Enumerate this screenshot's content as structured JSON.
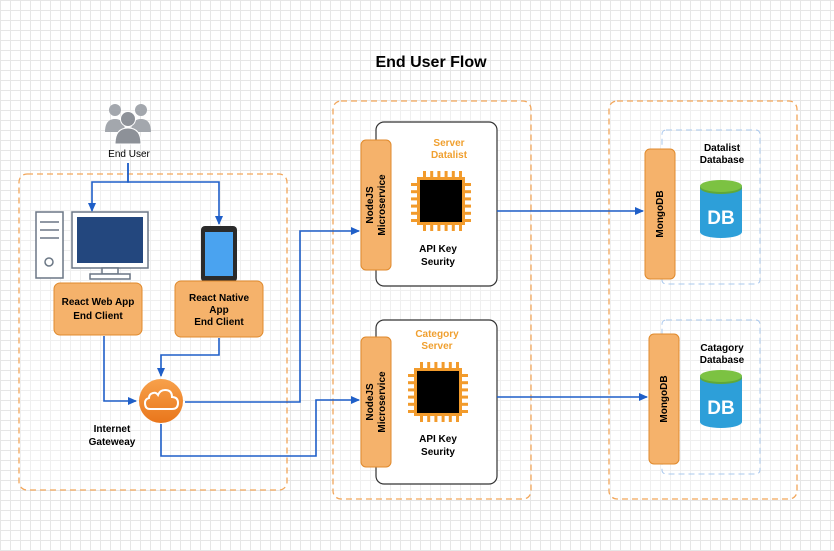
{
  "title": "End User Flow",
  "end_user": {
    "label": "End User"
  },
  "web_client": {
    "line1": "React Web App",
    "line2": "End Client"
  },
  "native_client": {
    "line1": "React Native",
    "line2": "App",
    "line3": "End Client"
  },
  "gateway": {
    "line1": "Internet",
    "line2": "Gateweay"
  },
  "server_top": {
    "header_line1": "Server",
    "header_line2": "Datalist",
    "microservice_line1": "NodeJS",
    "microservice_line2": "Microservice",
    "security_line1": "API Key",
    "security_line2": "Seurity"
  },
  "server_bottom": {
    "header_line1": "Category",
    "header_line2": "Server",
    "microservice_line1": "NodeJS",
    "microservice_line2": "Microservice",
    "security_line1": "API Key",
    "security_line2": "Seurity"
  },
  "db_top": {
    "db_label": "MongoDB",
    "name_line1": "Datalist",
    "name_line2": "Database",
    "icon_text": "DB"
  },
  "db_bottom": {
    "db_label": "MongoDB",
    "name_line1": "Catagory",
    "name_line2": "Database",
    "icon_text": "DB"
  },
  "colors": {
    "orange_fill": "#f5b26b",
    "orange_stroke": "#e08a2c",
    "orange_dash": "#f2a65a",
    "arrow_blue": "#1f5fc8",
    "db_blue": "#2d9fd9",
    "db_green": "#7cc242",
    "header_orange": "#f0a030"
  }
}
